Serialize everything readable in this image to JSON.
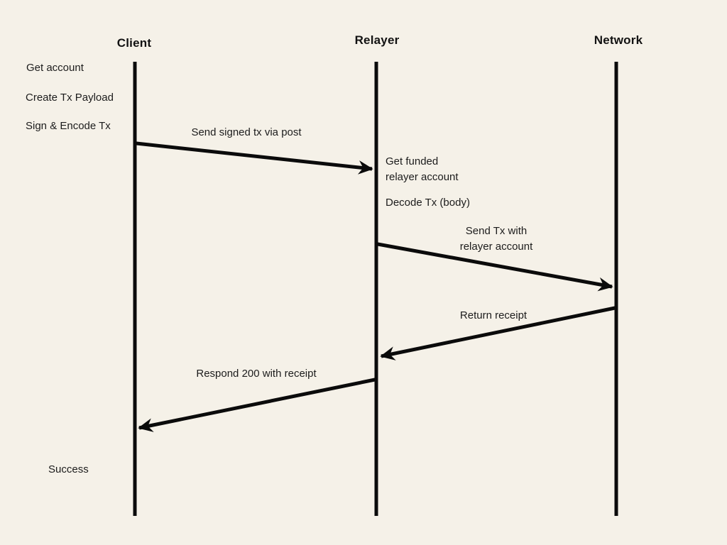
{
  "diagram": {
    "background_color": "#f5f1e8",
    "line_color": "#0b0b0b",
    "text_color": "#1c1c1c",
    "actors": [
      {
        "id": "client",
        "label": "Client"
      },
      {
        "id": "relayer",
        "label": "Relayer"
      },
      {
        "id": "network",
        "label": "Network"
      }
    ],
    "client_notes": [
      {
        "label": "Get account"
      },
      {
        "label": "Create Tx Payload"
      },
      {
        "label": "Sign & Encode Tx"
      }
    ],
    "relayer_notes": [
      {
        "label": "Get funded\nrelayer account"
      },
      {
        "label": "Decode Tx (body)"
      }
    ],
    "messages": [
      {
        "from": "Client",
        "to": "Relayer",
        "label": "Send signed tx via post"
      },
      {
        "from": "Relayer",
        "to": "Network",
        "label": "Send Tx with\nrelayer account"
      },
      {
        "from": "Network",
        "to": "Relayer",
        "label": "Return receipt"
      },
      {
        "from": "Relayer",
        "to": "Client",
        "label": "Respond 200 with receipt"
      }
    ],
    "final_status": {
      "label": "Success"
    }
  }
}
